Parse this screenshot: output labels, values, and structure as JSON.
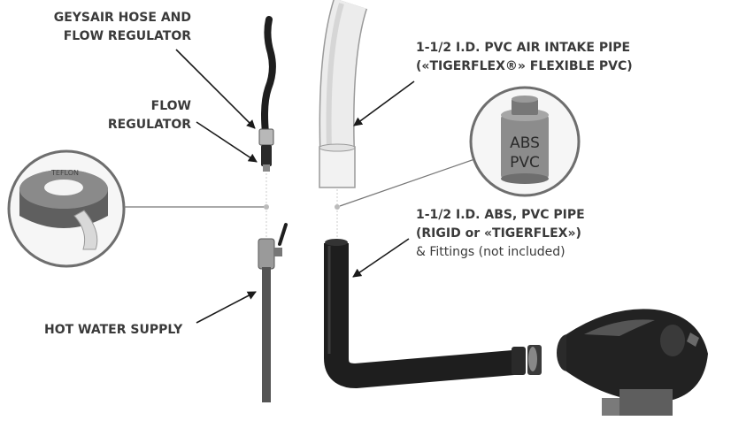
{
  "labels": {
    "geysair_hose": [
      "GEYSAIR HOSE AND",
      "FLOW REGULATOR"
    ],
    "flow_regulator": [
      "FLOW",
      "REGULATOR"
    ],
    "hot_water": "HOT WATER SUPPLY",
    "air_intake": [
      "1-1/2 I.D. PVC AIR INTAKE PIPE",
      "(«TIGERFLEX®» FLEXIBLE PVC)"
    ],
    "abs_pipe": [
      "1-1/2 I.D. ABS, PVC PIPE",
      "(RIGID or «TIGERFLEX»)",
      "& Fittings (not included)"
    ]
  },
  "jar": {
    "line1": "ABS",
    "line2": "PVC"
  },
  "colors": {
    "text": "#3a3a3a",
    "pipe_dark": "#1e1e1e",
    "pipe_light": "#e9e9e9",
    "leader": "#777777"
  }
}
